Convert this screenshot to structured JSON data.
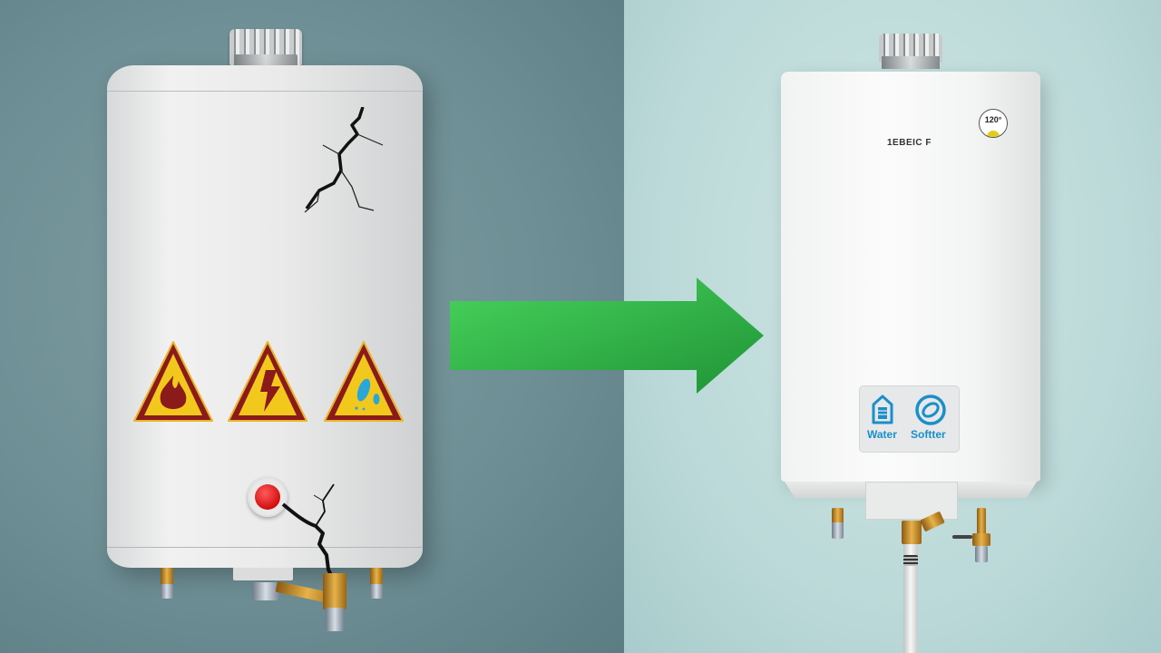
{
  "scene": {
    "description": "Before/after comparison: old damaged tank water heater on the left, new tankless water heater on the right, green arrow between",
    "colors": {
      "left_background": "#6e8f95",
      "right_background": "#bcdad9",
      "arrow_green": "#2fb24a",
      "warning_yellow": "#f2c81d",
      "warning_border": "#8b1a1a",
      "accent_blue": "#1b8fc8",
      "button_red": "#d20f10"
    }
  },
  "old_heater": {
    "warning_signs": [
      {
        "icon": "fire-icon",
        "meaning": "flammable"
      },
      {
        "icon": "lightning-icon",
        "meaning": "electrical hazard"
      },
      {
        "icon": "water-drop-icon",
        "meaning": "leak"
      }
    ],
    "features": [
      "cracked-tank",
      "red-button",
      "brass-valve",
      "pipe-fittings"
    ]
  },
  "new_heater": {
    "brand_text": "1ЕBEIC F",
    "temp_display": "120°",
    "panel": {
      "left_label": "Water",
      "right_label": "Softter"
    }
  }
}
